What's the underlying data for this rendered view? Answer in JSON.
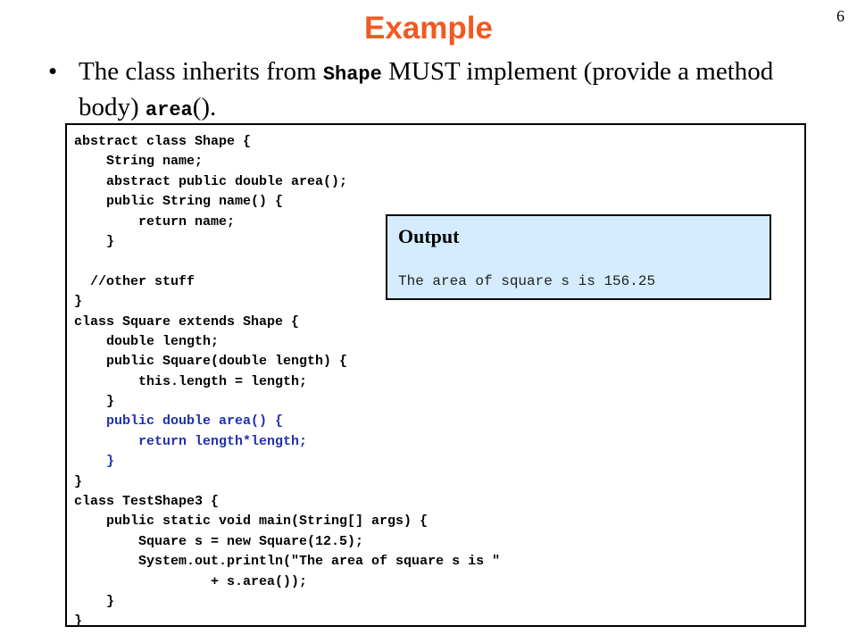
{
  "slide": {
    "title": "Example",
    "page_number": "6",
    "accent_color": "#f05a22"
  },
  "bullet": {
    "symbol": "•",
    "text_1": "The class inherits from ",
    "code_1": "Shape",
    "text_2": " MUST implement (provide a method body) ",
    "code_2": "area",
    "text_3": "()."
  },
  "code": {
    "lines": [
      {
        "text": "abstract class Shape {",
        "highlight": false
      },
      {
        "text": "    String name;",
        "highlight": false
      },
      {
        "text": "    abstract public double area();",
        "highlight": false
      },
      {
        "text": "    public String name() {",
        "highlight": false
      },
      {
        "text": "        return name;",
        "highlight": false
      },
      {
        "text": "    }",
        "highlight": false
      },
      {
        "text": "",
        "highlight": false
      },
      {
        "text": "  //other stuff",
        "highlight": false
      },
      {
        "text": "}",
        "highlight": false
      },
      {
        "text": "class Square extends Shape {",
        "highlight": false
      },
      {
        "text": "    double length;",
        "highlight": false
      },
      {
        "text": "    public Square(double length) {",
        "highlight": false
      },
      {
        "text": "        this.length = length;",
        "highlight": false
      },
      {
        "text": "    }",
        "highlight": false
      },
      {
        "text": "    public double area() {",
        "highlight": true
      },
      {
        "text": "        return length*length;",
        "highlight": true
      },
      {
        "text": "    }",
        "highlight": true
      },
      {
        "text": "}",
        "highlight": false
      },
      {
        "text": "class TestShape3 {",
        "highlight": false
      },
      {
        "text": "    public static void main(String[] args) {",
        "highlight": false
      },
      {
        "text": "        Square s = new Square(12.5);",
        "highlight": false
      },
      {
        "text": "        System.out.println(\"The area of square s is \"",
        "highlight": false
      },
      {
        "text": "                 + s.area());",
        "highlight": false
      },
      {
        "text": "    }",
        "highlight": false
      },
      {
        "text": "}",
        "highlight": false
      }
    ],
    "highlight_color": "#1f2fb0"
  },
  "output": {
    "heading": "Output",
    "text": "The area of square s is 156.25",
    "background_color": "#d4ecfd"
  }
}
